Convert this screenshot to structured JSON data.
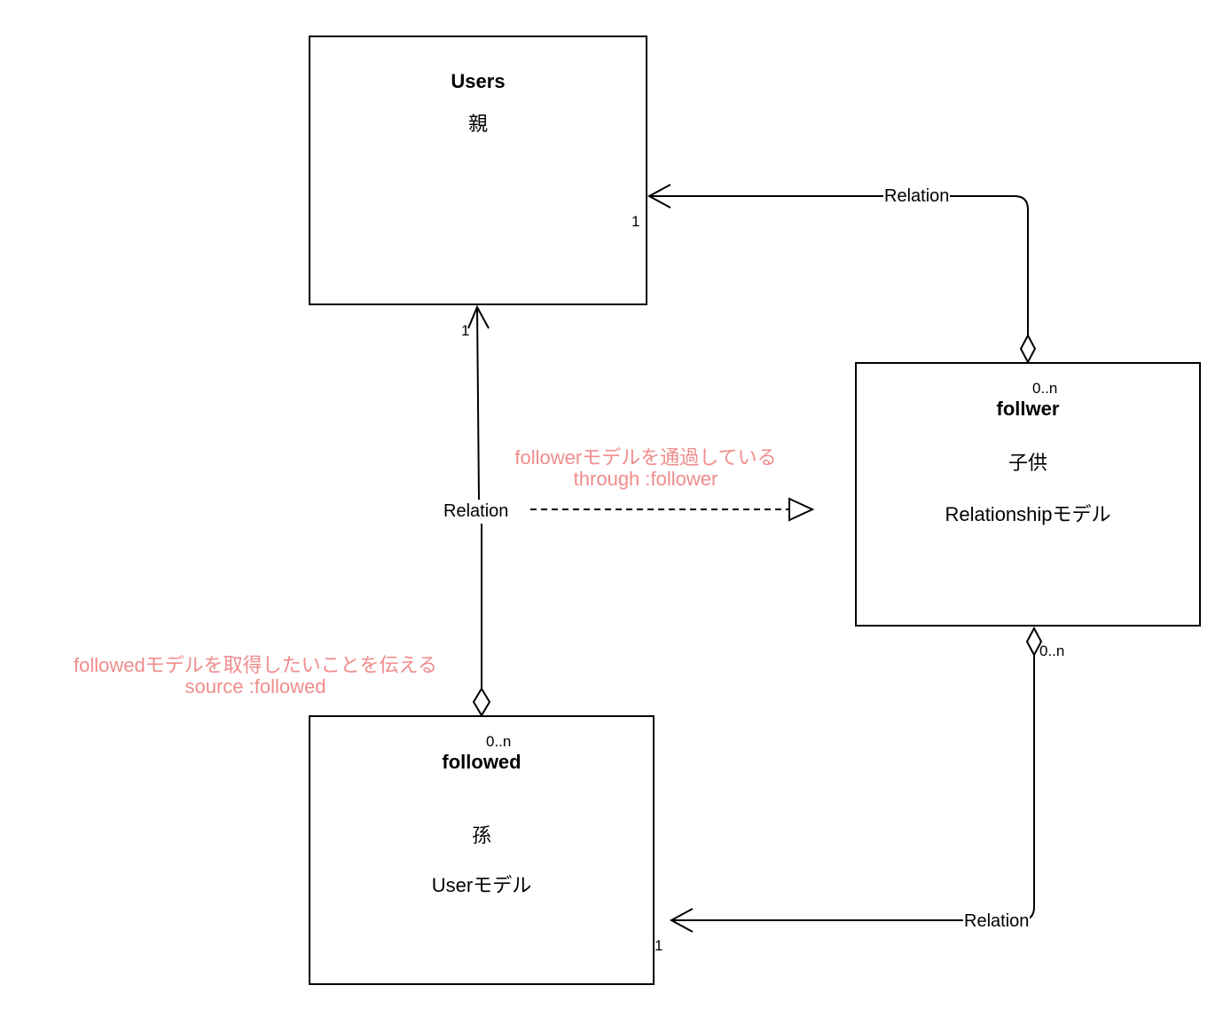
{
  "nodes": {
    "users": {
      "title": "Users",
      "subtitle": "親"
    },
    "follower": {
      "multiplicity": "0..n",
      "title": "follwer",
      "subtitle": "子供",
      "description": "Relationshipモデル"
    },
    "followed": {
      "multiplicity": "0..n",
      "title": "followed",
      "subtitle": "孫",
      "description": "Userモデル"
    }
  },
  "edges": {
    "users_follower": {
      "label": "Relation",
      "mult_users": "1"
    },
    "users_followed": {
      "label": "Relation",
      "mult_users": "1"
    },
    "follower_followed": {
      "label": "Relation",
      "mult_follower": "0..n",
      "mult_followed": "1"
    }
  },
  "notes": {
    "through": {
      "line1": "followerモデルを通過している",
      "line2": "through :follower"
    },
    "source": {
      "line1": "followedモデルを取得したいことを伝える",
      "line2": "source :followed"
    }
  },
  "colors": {
    "note": "#f08c8c",
    "line": "#000000"
  }
}
